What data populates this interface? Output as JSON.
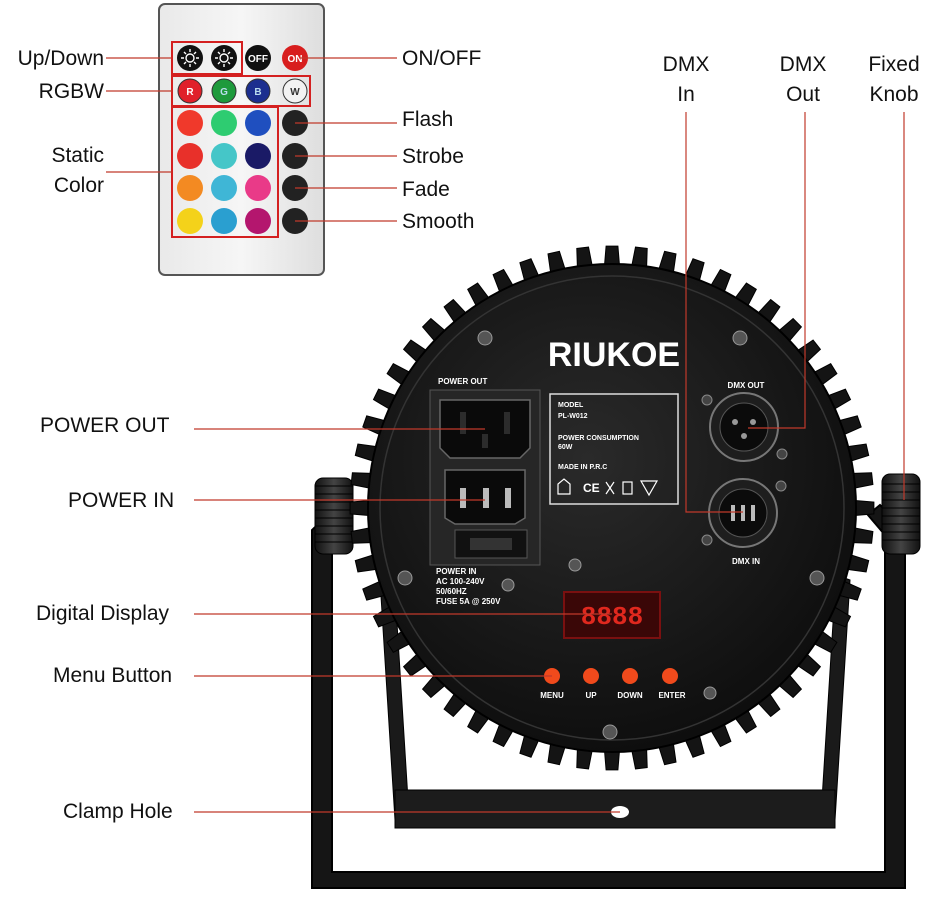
{
  "callouts": {
    "up_down": "Up/Down",
    "rgbw": "RGBW",
    "static_color": "Static\nColor",
    "on_off": "ON/OFF",
    "flash": "Flash",
    "strobe": "Strobe",
    "fade": "Fade",
    "smooth": "Smooth",
    "dmx_in": "DMX\nIn",
    "dmx_out": "DMX\nOut",
    "fixed_knob": "Fixed\nKnob",
    "power_out": "POWER OUT",
    "power_in": "POWER IN",
    "digital_display": "Digital Display",
    "menu_button": "Menu Button",
    "clamp_hole": "Clamp Hole"
  },
  "remote": {
    "off_label": "OFF",
    "on_label": "ON",
    "r_label": "R",
    "g_label": "G",
    "b_label": "B",
    "w_label": "W",
    "rgbw_colors": [
      "#e0202a",
      "#1e9a3c",
      "#1c2f8f",
      "#f2f2f2"
    ],
    "static_colors": [
      "#f0392b",
      "#2ecc71",
      "#1f4fbf",
      "#e8302a",
      "#45c6c8",
      "#1a1a66",
      "#f38a22",
      "#3fb6d6",
      "#e93a88",
      "#f4d21a",
      "#2a9fd0",
      "#b4166e"
    ]
  },
  "fixture": {
    "brand": "RIUKOE",
    "power_out_label": "POWER OUT",
    "model_heading": "MODEL",
    "model_value": "PL-W012",
    "power_consumption_label": "POWER CONSUMPTION",
    "power_consumption_value": "60W",
    "made_in": "MADE IN P.R.C",
    "certifications": "CE",
    "dmx_out_label": "DMX OUT",
    "dmx_in_label": "DMX IN",
    "power_in_label": "POWER IN",
    "power_in_voltage": "AC 100-240V",
    "power_in_freq": "50/60HZ",
    "fuse": "FUSE 5A @ 250V",
    "display_value": "8888",
    "buttons": [
      "MENU",
      "UP",
      "DOWN",
      "ENTER"
    ]
  }
}
